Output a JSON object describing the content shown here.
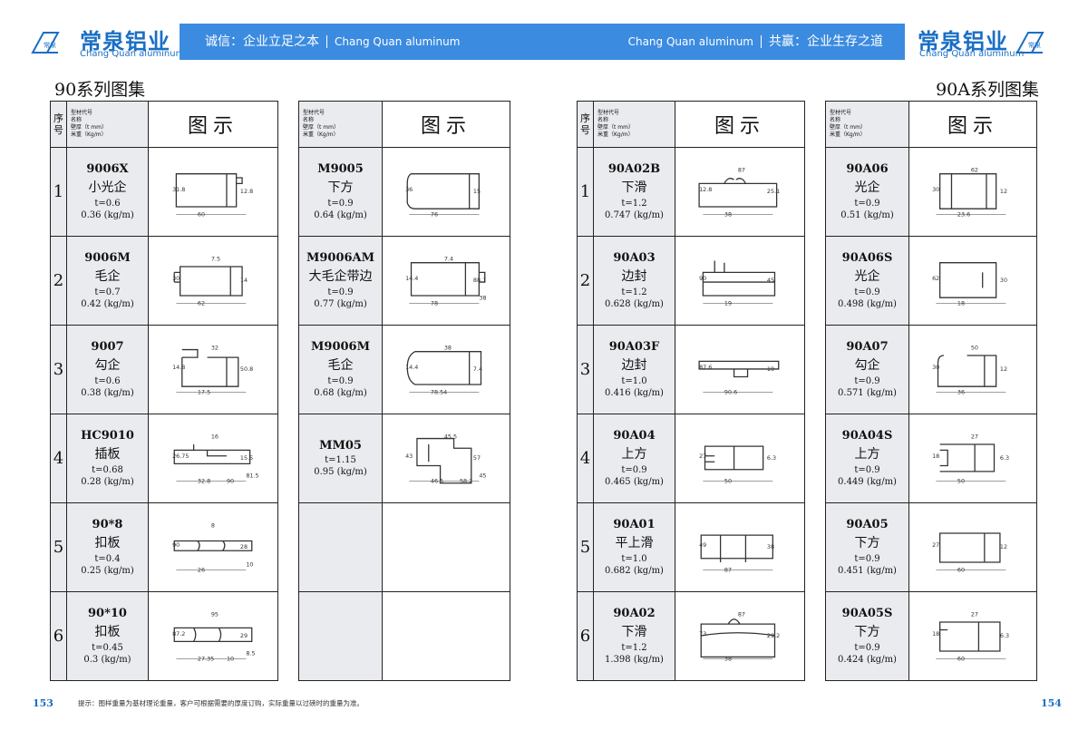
{
  "header": {
    "brand_cn": "常泉铝业",
    "brand_en": "Chang Quan aluminum",
    "brand_mark": "常泉",
    "left_slogan": "诚信：企业立足之本",
    "left_slogan_en": "Chang Quan aluminum",
    "right_slogan_en": "Chang Quan aluminum",
    "right_slogan": "共赢：企业生存之道"
  },
  "left_title": "90系列图集",
  "right_title": "90A系列图集",
  "table_header": {
    "seq": "序号",
    "info_lines": [
      "型材代号",
      "名称",
      "壁厚（t mm）",
      "米重（Kg/m）"
    ],
    "figure": "图示"
  },
  "left_col1": [
    {
      "no": "1",
      "code": "9006X",
      "name": "小光企",
      "t": "t=0.6",
      "w": "0.36 (kg/m)",
      "dims": [
        "60",
        "12.8",
        "31.8"
      ]
    },
    {
      "no": "2",
      "code": "9006M",
      "name": "毛企",
      "t": "t=0.7",
      "w": "0.42 (kg/m)",
      "dims": [
        "62",
        "14",
        "30",
        "7.5"
      ]
    },
    {
      "no": "3",
      "code": "9007",
      "name": "勾企",
      "t": "t=0.6",
      "w": "0.38 (kg/m)",
      "dims": [
        "17.5",
        "50.8",
        "14.8",
        "32"
      ]
    },
    {
      "no": "4",
      "code": "HC9010",
      "name": "插板",
      "t": "t=0.68",
      "w": "0.28 (kg/m)",
      "dims": [
        "32.8",
        "15.5",
        "26.75",
        "16",
        "81.5",
        "90"
      ]
    },
    {
      "no": "5",
      "code": "90*8",
      "name": "扣板",
      "t": "t=0.4",
      "w": "0.25 (kg/m)",
      "dims": [
        "26",
        "28",
        "90",
        "8",
        "10"
      ]
    },
    {
      "no": "6",
      "code": "90*10",
      "name": "扣板",
      "t": "t=0.45",
      "w": "0.3 (kg/m)",
      "dims": [
        "27.35",
        "29",
        "87.2",
        "95",
        "8.5",
        "10"
      ]
    }
  ],
  "left_col2": [
    {
      "code": "M9005",
      "name": "下方",
      "t": "t=0.9",
      "w": "0.64 (kg/m)",
      "dims": [
        "76",
        "15",
        "36"
      ]
    },
    {
      "code": "M9006AM",
      "name": "大毛企带边",
      "t": "t=0.9",
      "w": "0.77 (kg/m)",
      "dims": [
        "78",
        "88.1",
        "14.4",
        "7.4",
        "38"
      ]
    },
    {
      "code": "M9006M",
      "name": "毛企",
      "t": "t=0.9",
      "w": "0.68 (kg/m)",
      "dims": [
        "78.54",
        "7.4",
        "14.4",
        "38"
      ]
    },
    {
      "code": "MM05",
      "name": "",
      "t": "t=1.15",
      "w": "0.95 (kg/m)",
      "dims": [
        "46.5",
        "57",
        "43",
        "45.5",
        "45",
        "58.2"
      ]
    },
    {
      "code": "",
      "name": "",
      "t": "",
      "w": "",
      "dims": []
    },
    {
      "code": "",
      "name": "",
      "t": "",
      "w": "",
      "dims": []
    }
  ],
  "right_col1": [
    {
      "no": "1",
      "code": "90A02B",
      "name": "下滑",
      "t": "t=1.2",
      "w": "0.747 (kg/m)",
      "dims": [
        "38",
        "25.1",
        "12.8",
        "87"
      ]
    },
    {
      "no": "2",
      "code": "90A03",
      "name": "边封",
      "t": "t=1.2",
      "w": "0.628 (kg/m)",
      "dims": [
        "19",
        "45",
        "90"
      ]
    },
    {
      "no": "3",
      "code": "90A03F",
      "name": "边封",
      "t": "t=1.0",
      "w": "0.416 (kg/m)",
      "dims": [
        "90.6",
        "19",
        "87.6"
      ]
    },
    {
      "no": "4",
      "code": "90A04",
      "name": "上方",
      "t": "t=0.9",
      "w": "0.465 (kg/m)",
      "dims": [
        "50",
        "6.3",
        "27"
      ]
    },
    {
      "no": "5",
      "code": "90A01",
      "name": "平上滑",
      "t": "t=1.0",
      "w": "0.682 (kg/m)",
      "dims": [
        "87",
        "38",
        "49"
      ]
    },
    {
      "no": "6",
      "code": "90A02",
      "name": "下滑",
      "t": "t=1.2",
      "w": "1.398 (kg/m)",
      "dims": [
        "38",
        "29.2",
        "73",
        "87"
      ]
    }
  ],
  "right_col2": [
    {
      "code": "90A06",
      "name": "光企",
      "t": "t=0.9",
      "w": "0.51 (kg/m)",
      "dims": [
        "23.6",
        "12",
        "30",
        "62"
      ]
    },
    {
      "code": "90A06S",
      "name": "光企",
      "t": "t=0.9",
      "w": "0.498 (kg/m)",
      "dims": [
        "18",
        "30",
        "62"
      ]
    },
    {
      "code": "90A07",
      "name": "勾企",
      "t": "t=0.9",
      "w": "0.571 (kg/m)",
      "dims": [
        "36",
        "12",
        "30",
        "50"
      ]
    },
    {
      "code": "90A04S",
      "name": "上方",
      "t": "t=0.9",
      "w": "0.449 (kg/m)",
      "dims": [
        "50",
        "6.3",
        "18",
        "27"
      ]
    },
    {
      "code": "90A05",
      "name": "下方",
      "t": "t=0.9",
      "w": "0.451 (kg/m)",
      "dims": [
        "60",
        "12",
        "27"
      ]
    },
    {
      "code": "90A05S",
      "name": "下方",
      "t": "t=0.9",
      "w": "0.424 (kg/m)",
      "dims": [
        "60",
        "6.3",
        "18",
        "27"
      ]
    }
  ],
  "footer": {
    "left_page": "153",
    "right_page": "154",
    "tip": "提示：图样重量为基材理论重量，客户可根据需要的厚度订购，实际重量以过磅时的重量为准。"
  }
}
